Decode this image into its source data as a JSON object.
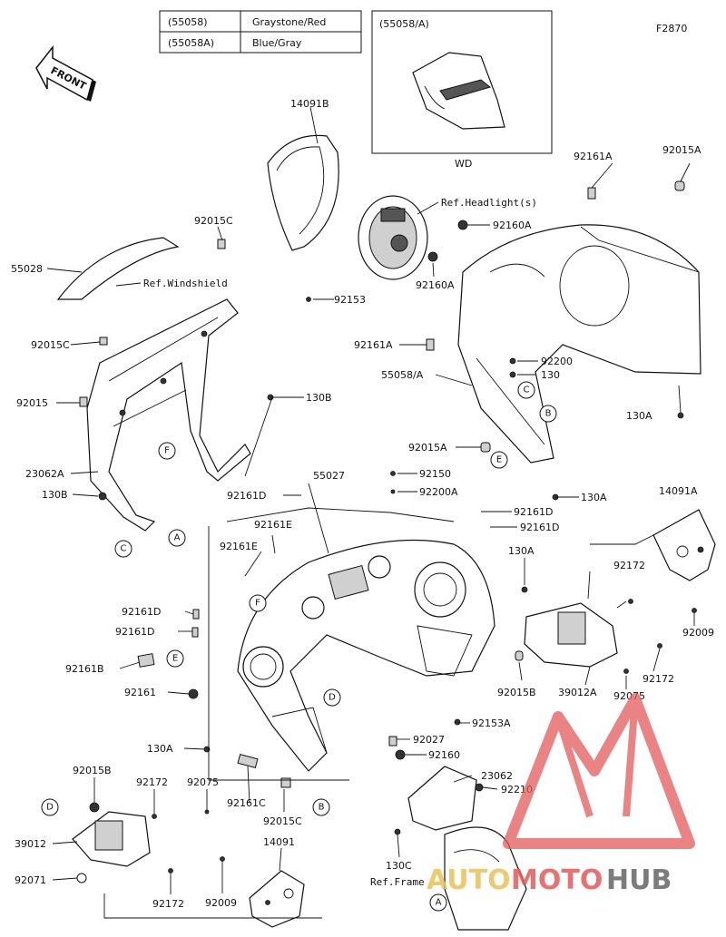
{
  "figure_code": "F2870",
  "front_label": "FRONT",
  "variant_table": [
    {
      "code": "(55058)",
      "name": "Graystone/Red"
    },
    {
      "code": "(55058A)",
      "name": "Blue/Gray"
    }
  ],
  "inset": {
    "code": "(55058/A)",
    "caption": "WD"
  },
  "part_labels": [
    "14091B",
    "92015C",
    "55028",
    "Ref.Windshield",
    "92015C",
    "92015",
    "23062A",
    "130B",
    "130B",
    "92161D",
    "Ref.Headlight(s)",
    "92160A",
    "92160A",
    "92153",
    "92161A",
    "92015A",
    "92161A",
    "92200",
    "130",
    "55058/A",
    "92015A",
    "130A",
    "130A",
    "55027",
    "92150",
    "92200A",
    "92161D",
    "92161D",
    "92161E",
    "92161E",
    "130A",
    "92161D",
    "92161D",
    "14091A",
    "92172",
    "92009",
    "92172",
    "92075",
    "39012A",
    "92015B",
    "92161B",
    "92161",
    "130A",
    "92153A",
    "92027",
    "92160",
    "23062",
    "92210",
    "92015B",
    "92172",
    "92075",
    "39012",
    "92071",
    "92172",
    "92009",
    "14091",
    "92161C",
    "92015C",
    "130C",
    "Ref.Frame"
  ],
  "callouts": [
    "A",
    "B",
    "C",
    "D",
    "E",
    "F"
  ],
  "watermark": {
    "text_a": "AUTO",
    "text_b": "MOTO",
    "text_c": "HUB"
  }
}
